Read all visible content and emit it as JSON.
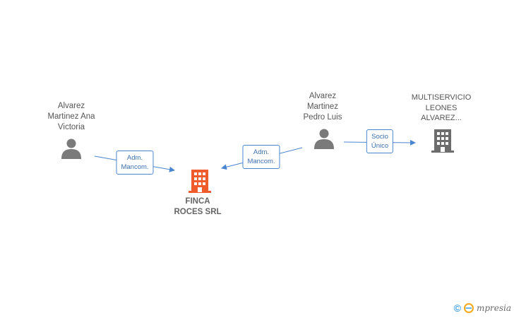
{
  "nodes": {
    "ana": {
      "lines": [
        "Alvarez",
        "Martinez Ana",
        "Victoria"
      ],
      "type": "person"
    },
    "pedro": {
      "lines": [
        "Alvarez",
        "Martinez",
        "Pedro Luis"
      ],
      "type": "person"
    },
    "multiservicio": {
      "lines": [
        "MULTISERVICIO",
        "LEONES",
        "ALVAREZ..."
      ],
      "type": "company"
    },
    "finca": {
      "lines": [
        "FINCA",
        "ROCES SRL"
      ],
      "type": "company-focus"
    }
  },
  "edges": [
    {
      "from": "ana",
      "to": "finca",
      "lines": [
        "Adm.",
        "Mancom."
      ]
    },
    {
      "from": "pedro",
      "to": "finca",
      "lines": [
        "Adm.",
        "Mancom."
      ]
    },
    {
      "from": "pedro",
      "to": "multiservicio",
      "lines": [
        "Socio",
        "Único"
      ]
    }
  ],
  "colors": {
    "person_icon": "#7a7a7a",
    "company_icon": "#6c6c6c",
    "focus_icon": "#ef5b2a",
    "edge": "#4a86d0",
    "edge_text": "#3d6fae"
  },
  "watermark": {
    "symbol": "©",
    "brand": "mpresia",
    "brand_initial": "e"
  }
}
